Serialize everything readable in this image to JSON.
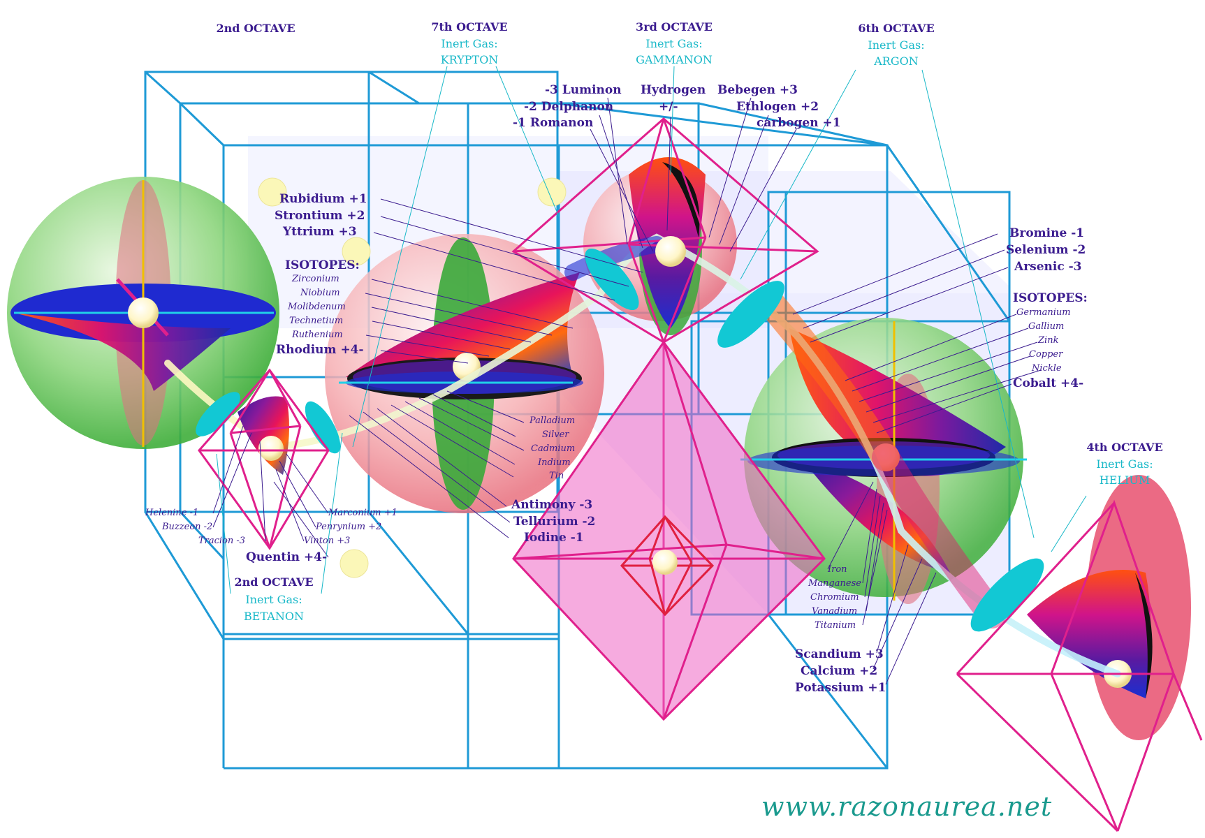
{
  "colors": {
    "text": "#3b1c8f",
    "inert_gas": "#18b8c8",
    "cube": "#1e9ad6",
    "octahedron": "#e0208c",
    "sphere_green": "#5cc04a",
    "sphere_pink": "#f08a9a",
    "website": "#1a9a8e"
  },
  "octaves": {
    "top_left": {
      "title": "2nd OCTAVE"
    },
    "seventh": {
      "title": "7th OCTAVE",
      "gas_label": "Inert Gas:",
      "gas": "KRYPTON"
    },
    "third": {
      "title": "3rd OCTAVE",
      "gas_label": "Inert Gas:",
      "gas": "GAMMANON"
    },
    "sixth": {
      "title": "6th OCTAVE",
      "gas_label": "Inert Gas:",
      "gas": "ARGON"
    },
    "fourth": {
      "title": "4th OCTAVE",
      "gas_label": "Inert Gas:",
      "gas": "HELIUM"
    },
    "second_bottom": {
      "title": "2nd OCTAVE",
      "gas_label": "Inert Gas:",
      "gas": "BETANON"
    }
  },
  "top_elements": {
    "luminon": "-3 Luminon",
    "delphanon": "-2 Delphanon",
    "romanon": "-1 Romanon",
    "hydrogen": "Hydrogen",
    "hydrogen_sign": "+/-",
    "bebegen": "Bebegen +3",
    "ethlogen": "Ethlogen +2",
    "carbogen": "carbogen +1"
  },
  "fifth_octave": {
    "rubidium": "Rubidium +1",
    "strontium": "Strontium +2",
    "yttrium": "Yttrium +3",
    "isotopes": "ISOTOPES:",
    "zirconium": "Zirconium",
    "niobium": "Niobium",
    "molibdenum": "Molibdenum",
    "technetium": "Technetium",
    "ruthenium": "Ruthenium",
    "rhodium": "Rhodium +4-",
    "palladium": "Palladium",
    "silver": "Silver",
    "cadmium": "Cadmium",
    "indium": "Indium",
    "tin": "Tin",
    "antimony": "Antimony -3",
    "tellurium": "Tellurium -2",
    "iodine": "Iodine -1"
  },
  "first_octave": {
    "helenine": "Helenine -1",
    "buzzeon": "Buzzeon -2",
    "tracion": "Tracion -3",
    "marconium": "Marconium +1",
    "penrynium": "Penrynium +2",
    "vinton": "Vinton +3",
    "quentin": "Quentin +4-"
  },
  "fourth_octave_elements": {
    "bromine": "Bromine -1",
    "selenium": "Selenium -2",
    "arsenic": "Arsenic -3",
    "isotopes": "ISOTOPES:",
    "germanium": "Germanium",
    "gallium": "Gallium",
    "zink": "Zink",
    "copper": "Copper",
    "nickle": "Nickle",
    "cobalt": "Cobalt +4-",
    "iron": "Iron",
    "manganese": "Manganese",
    "chromium": "Chromium",
    "vanadium": "Vanadium",
    "titanium": "Titanium",
    "scandium": "Scandium +3",
    "calcium": "Calcium +2",
    "potassium": "Potassium +1"
  },
  "website": "www.razonaurea.net"
}
